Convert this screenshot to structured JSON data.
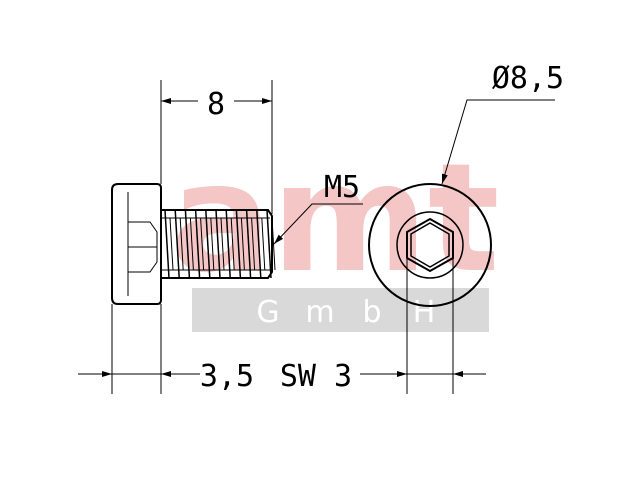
{
  "dimensions": {
    "length": "8",
    "thread": "M5",
    "head_diameter": "Ø8,5",
    "head_height": "3,5",
    "socket_size": "SW 3"
  },
  "watermark": {
    "brand_text": "amt",
    "company_letters": [
      "G",
      "m",
      "b",
      "H"
    ],
    "brand_color": "#f4c6c6",
    "band_color": "#d9d9d9"
  }
}
